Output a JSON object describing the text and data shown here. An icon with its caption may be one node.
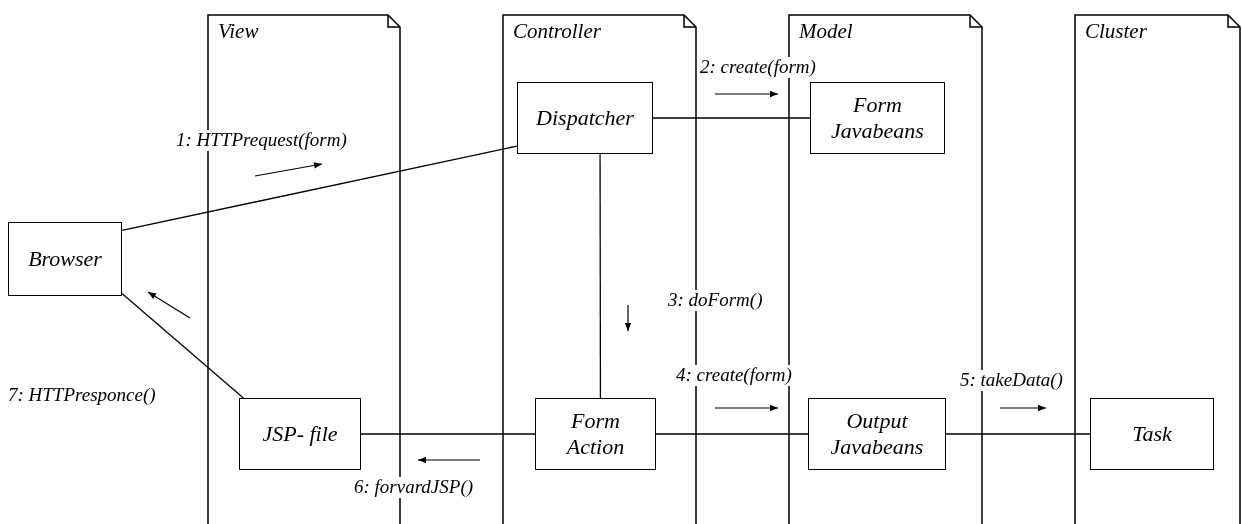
{
  "diagram": {
    "nodes": [
      {
        "text": [
          "View"
        ]
      },
      {
        "text": [
          "Controller"
        ]
      },
      {
        "text": [
          "Model"
        ]
      },
      {
        "text": [
          "Cluster"
        ]
      },
      {
        "text": [
          "Browser"
        ]
      },
      {
        "text": [
          "Dispatcher"
        ],
        "in": 1
      },
      {
        "text": [
          "Form Javabeans"
        ],
        "in": 2
      },
      {
        "text": [
          "JSP- file"
        ],
        "in": 0
      },
      {
        "text": [
          "Form Action"
        ],
        "in": 1
      },
      {
        "text": [
          "Output Javabeans"
        ],
        "in": 2
      },
      {
        "text": [
          "Task"
        ],
        "in": 3
      }
    ],
    "edges": [
      {
        "from": 4,
        "to": 5,
        "arrow": "none",
        "label": "1: HTTPrequest(form)"
      },
      {
        "from": 5,
        "to": 6,
        "arrow": "none",
        "label": "2: create(form)"
      },
      {
        "from": 5,
        "to": 8,
        "arrow": "none",
        "label": "3: doForm()"
      },
      {
        "from": 8,
        "to": 9,
        "arrow": "none",
        "label": "4: create(form)"
      },
      {
        "from": 9,
        "to": 10,
        "arrow": "none",
        "label": "5: takeData()"
      },
      {
        "from": 8,
        "to": 7,
        "arrow": "none",
        "label": "6: forvardJSP()"
      },
      {
        "from": 7,
        "to": 4,
        "arrow": "none",
        "label": "7: HTTPresponce()"
      }
    ]
  }
}
